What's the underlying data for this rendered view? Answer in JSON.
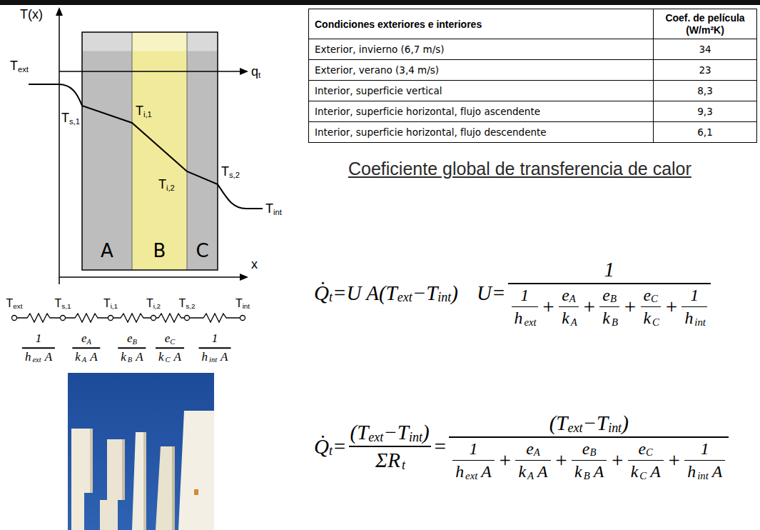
{
  "diagram": {
    "title": "Coeficiente global de transferencia de calor",
    "nodes": [
      {
        "text": [
          "A"
        ]
      },
      {
        "text": [
          "B"
        ]
      },
      {
        "text": [
          "C"
        ]
      }
    ],
    "labels": [
      "T(x)",
      "T",
      "ext",
      "T",
      "s,1",
      "T",
      "i,1",
      "T",
      "i,2",
      "T",
      "s,2",
      "T",
      "int",
      "q",
      "t",
      "x",
      "T",
      "ext",
      "T",
      "s,1",
      "T",
      "i,1",
      "T",
      "i,2",
      "T",
      "s,2",
      "T",
      "int",
      "1",
      "h",
      "ext",
      "A",
      "e",
      "A",
      "k",
      "A",
      "A",
      "e",
      "B",
      "k",
      "B",
      "A",
      "e",
      "C",
      "k",
      "C",
      "A",
      "1",
      "h",
      "int",
      "A",
      "Condiciones exteriores e interiores",
      "Coef. de película (W/m²K)",
      "Exterior, invierno (6,7 m/s)",
      "34",
      "Exterior, verano (3,4 m/s)",
      "23",
      "Interior, superficie vertical",
      "8,3",
      "Interior, superficie horizontal, flujo ascendente",
      "9,3",
      "Interior, superficie horizontal, flujo descendente",
      "6,1",
      "Q̇",
      "t",
      "=U A(T",
      "ext",
      "−T",
      "int",
      ")",
      "U=",
      "1",
      "1",
      "h",
      "ext",
      "+",
      "e",
      "A",
      "k",
      "A",
      "+",
      "e",
      "B",
      "k",
      "B",
      "+",
      "e",
      "C",
      "k",
      "C",
      "+",
      "1",
      "h",
      "int",
      "Q̇",
      "t",
      "=",
      "(T",
      "ext",
      "−T",
      "int",
      ")",
      "ΣR",
      "t",
      "=",
      "(T",
      "ext",
      "−T",
      "int",
      ")",
      "1",
      "h",
      "ext",
      "A",
      "+",
      "e",
      "A",
      "k",
      "A",
      "A",
      "+",
      "e",
      "B",
      "k",
      "B",
      "A",
      "+",
      "e",
      "C",
      "k",
      "C",
      "A",
      "+",
      "1",
      "h",
      "int",
      "A"
    ]
  }
}
